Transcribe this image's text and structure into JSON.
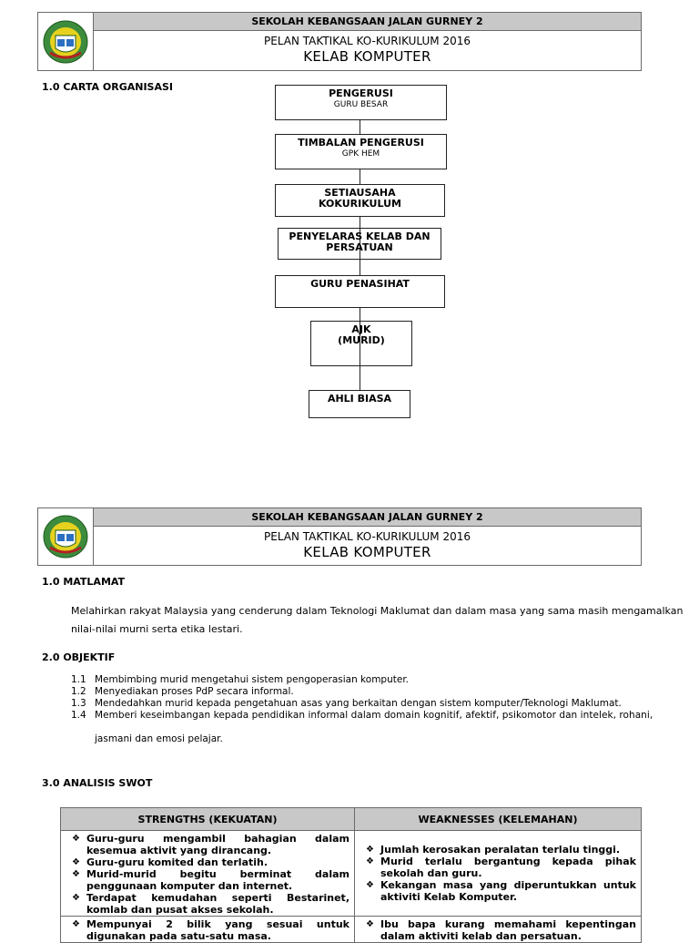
{
  "header": {
    "school": "SEKOLAH KEBANGSAAN JALAN GURNEY 2",
    "plan": "PELAN TAKTIKAL KO-KURIKULUM 2016",
    "club": "KELAB KOMPUTER"
  },
  "page1": {
    "section": "1.0  CARTA ORGANISASI",
    "org": [
      {
        "title": "PENGERUSI",
        "sub": "GURU BESAR"
      },
      {
        "title": "TIMBALAN PENGERUSI",
        "sub": "GPK HEM"
      },
      {
        "title": "SETIAUSAHA KOKURIKULUM",
        "sub": ""
      },
      {
        "title": "PENYELARAS KELAB DAN PERSATUAN",
        "sub": ""
      },
      {
        "title": "GURU PENASIHAT",
        "sub": ""
      },
      {
        "title": "AJK (MURID)",
        "sub": ""
      },
      {
        "title": "AHLI BIASA",
        "sub": ""
      }
    ]
  },
  "page2": {
    "matlamat_heading": "1.0  MATLAMAT",
    "matlamat_text": "Melahirkan rakyat Malaysia yang cenderung dalam Teknologi Maklumat dan dalam masa yang sama masih mengamalkan nilai-nilai murni serta etika lestari.",
    "objektif_heading": "2.0  OBJEKTIF",
    "objectives": [
      {
        "n": "1.1",
        "text": "Membimbing murid mengetahui sistem pengoperasian komputer."
      },
      {
        "n": "1.2",
        "text": "Menyediakan proses PdP secara informal."
      },
      {
        "n": "1.3",
        "text": "Mendedahkan murid kepada pengetahuan asas yang berkaitan dengan sistem komputer/Teknologi Maklumat."
      },
      {
        "n": "1.4",
        "text": "Memberi keseimbangan kepada pendidikan informal dalam domain kognitif, afektif, psikomotor dan intelek, rohani,"
      }
    ],
    "objective_cont": "jasmani dan emosi pelajar.",
    "swot_heading": "3.0  ANALISIS SWOT",
    "swot": {
      "strengths_header": "STRENGTHS (KEKUATAN)",
      "weaknesses_header": "WEAKNESSES (KELEMAHAN)",
      "strengths": [
        "Guru-guru mengambil bahagian dalam kesemua aktivit yang dirancang.",
        "Guru-guru komited dan terlatih.",
        "Murid-murid begitu berminat dalam penggunaan komputer dan internet.",
        "Terdapat kemudahan seperti Bestarinet, komlab dan pusat akses sekolah."
      ],
      "weaknesses": [
        "Jumlah kerosakan peralatan terlalu tinggi.",
        "Murid terlalu bergantung kepada pihak sekolah dan guru.",
        "Kekangan masa yang diperuntukkan untuk aktiviti Kelab Komputer."
      ],
      "strengths2": [
        "Mempunyai 2 bilik yang sesuai untuk digunakan pada satu-satu masa."
      ],
      "weaknesses2": [
        "Ibu bapa kurang memahami kepentingan dalam aktiviti kelab dan persatuan."
      ]
    }
  }
}
